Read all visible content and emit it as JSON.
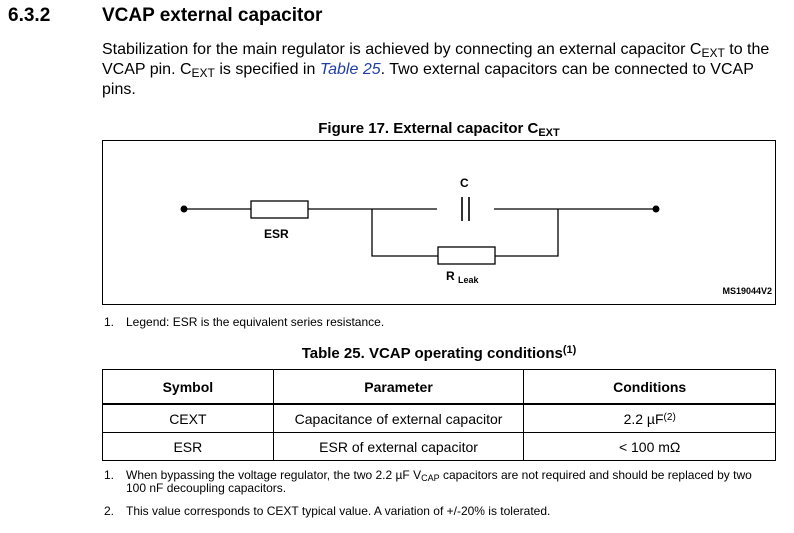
{
  "section": {
    "number": "6.3.2",
    "title": "VCAP external capacitor"
  },
  "paragraph": {
    "p1": "Stabilization for the main regulator is achieved by connecting an external capacitor C",
    "sub1": "EXT",
    "p2": " to the VCAP pin. C",
    "sub2": "EXT",
    "p3": " is specified in ",
    "link": "Table 25",
    "p4": ". Two external capacitors can be connected to VCAP pins."
  },
  "figure": {
    "title_main": "Figure 17. External capacitor C",
    "title_sub": "EXT",
    "labels": {
      "capacitor": "C",
      "esr": "ESR",
      "rleak_main": "R",
      "rleak_sub": "Leak",
      "ref": "MS19044V2"
    },
    "note_num": "1.",
    "note_text": "Legend: ESR is the equivalent series resistance."
  },
  "table": {
    "title": "Table 25. VCAP operating conditions",
    "title_sup": "(1)",
    "headers": [
      "Symbol",
      "Parameter",
      "Conditions"
    ],
    "rows": [
      {
        "symbol": "CEXT",
        "parameter": "Capacitance of external capacitor",
        "condition": "2.2 µF",
        "condition_sup": "(2)"
      },
      {
        "symbol": "ESR",
        "parameter": "ESR of external capacitor",
        "condition": "< 100 mΩ",
        "condition_sup": ""
      }
    ],
    "notes": [
      {
        "num": "1.",
        "pre": "When bypassing the voltage regulator, the two 2.2 µF V",
        "sub": "CAP",
        "post": " capacitors are not required and should be replaced by two 100 nF decoupling capacitors."
      },
      {
        "num": "2.",
        "pre": "This value corresponds to CEXT typical value. A variation of +/-20% is tolerated.",
        "sub": "",
        "post": ""
      }
    ]
  }
}
